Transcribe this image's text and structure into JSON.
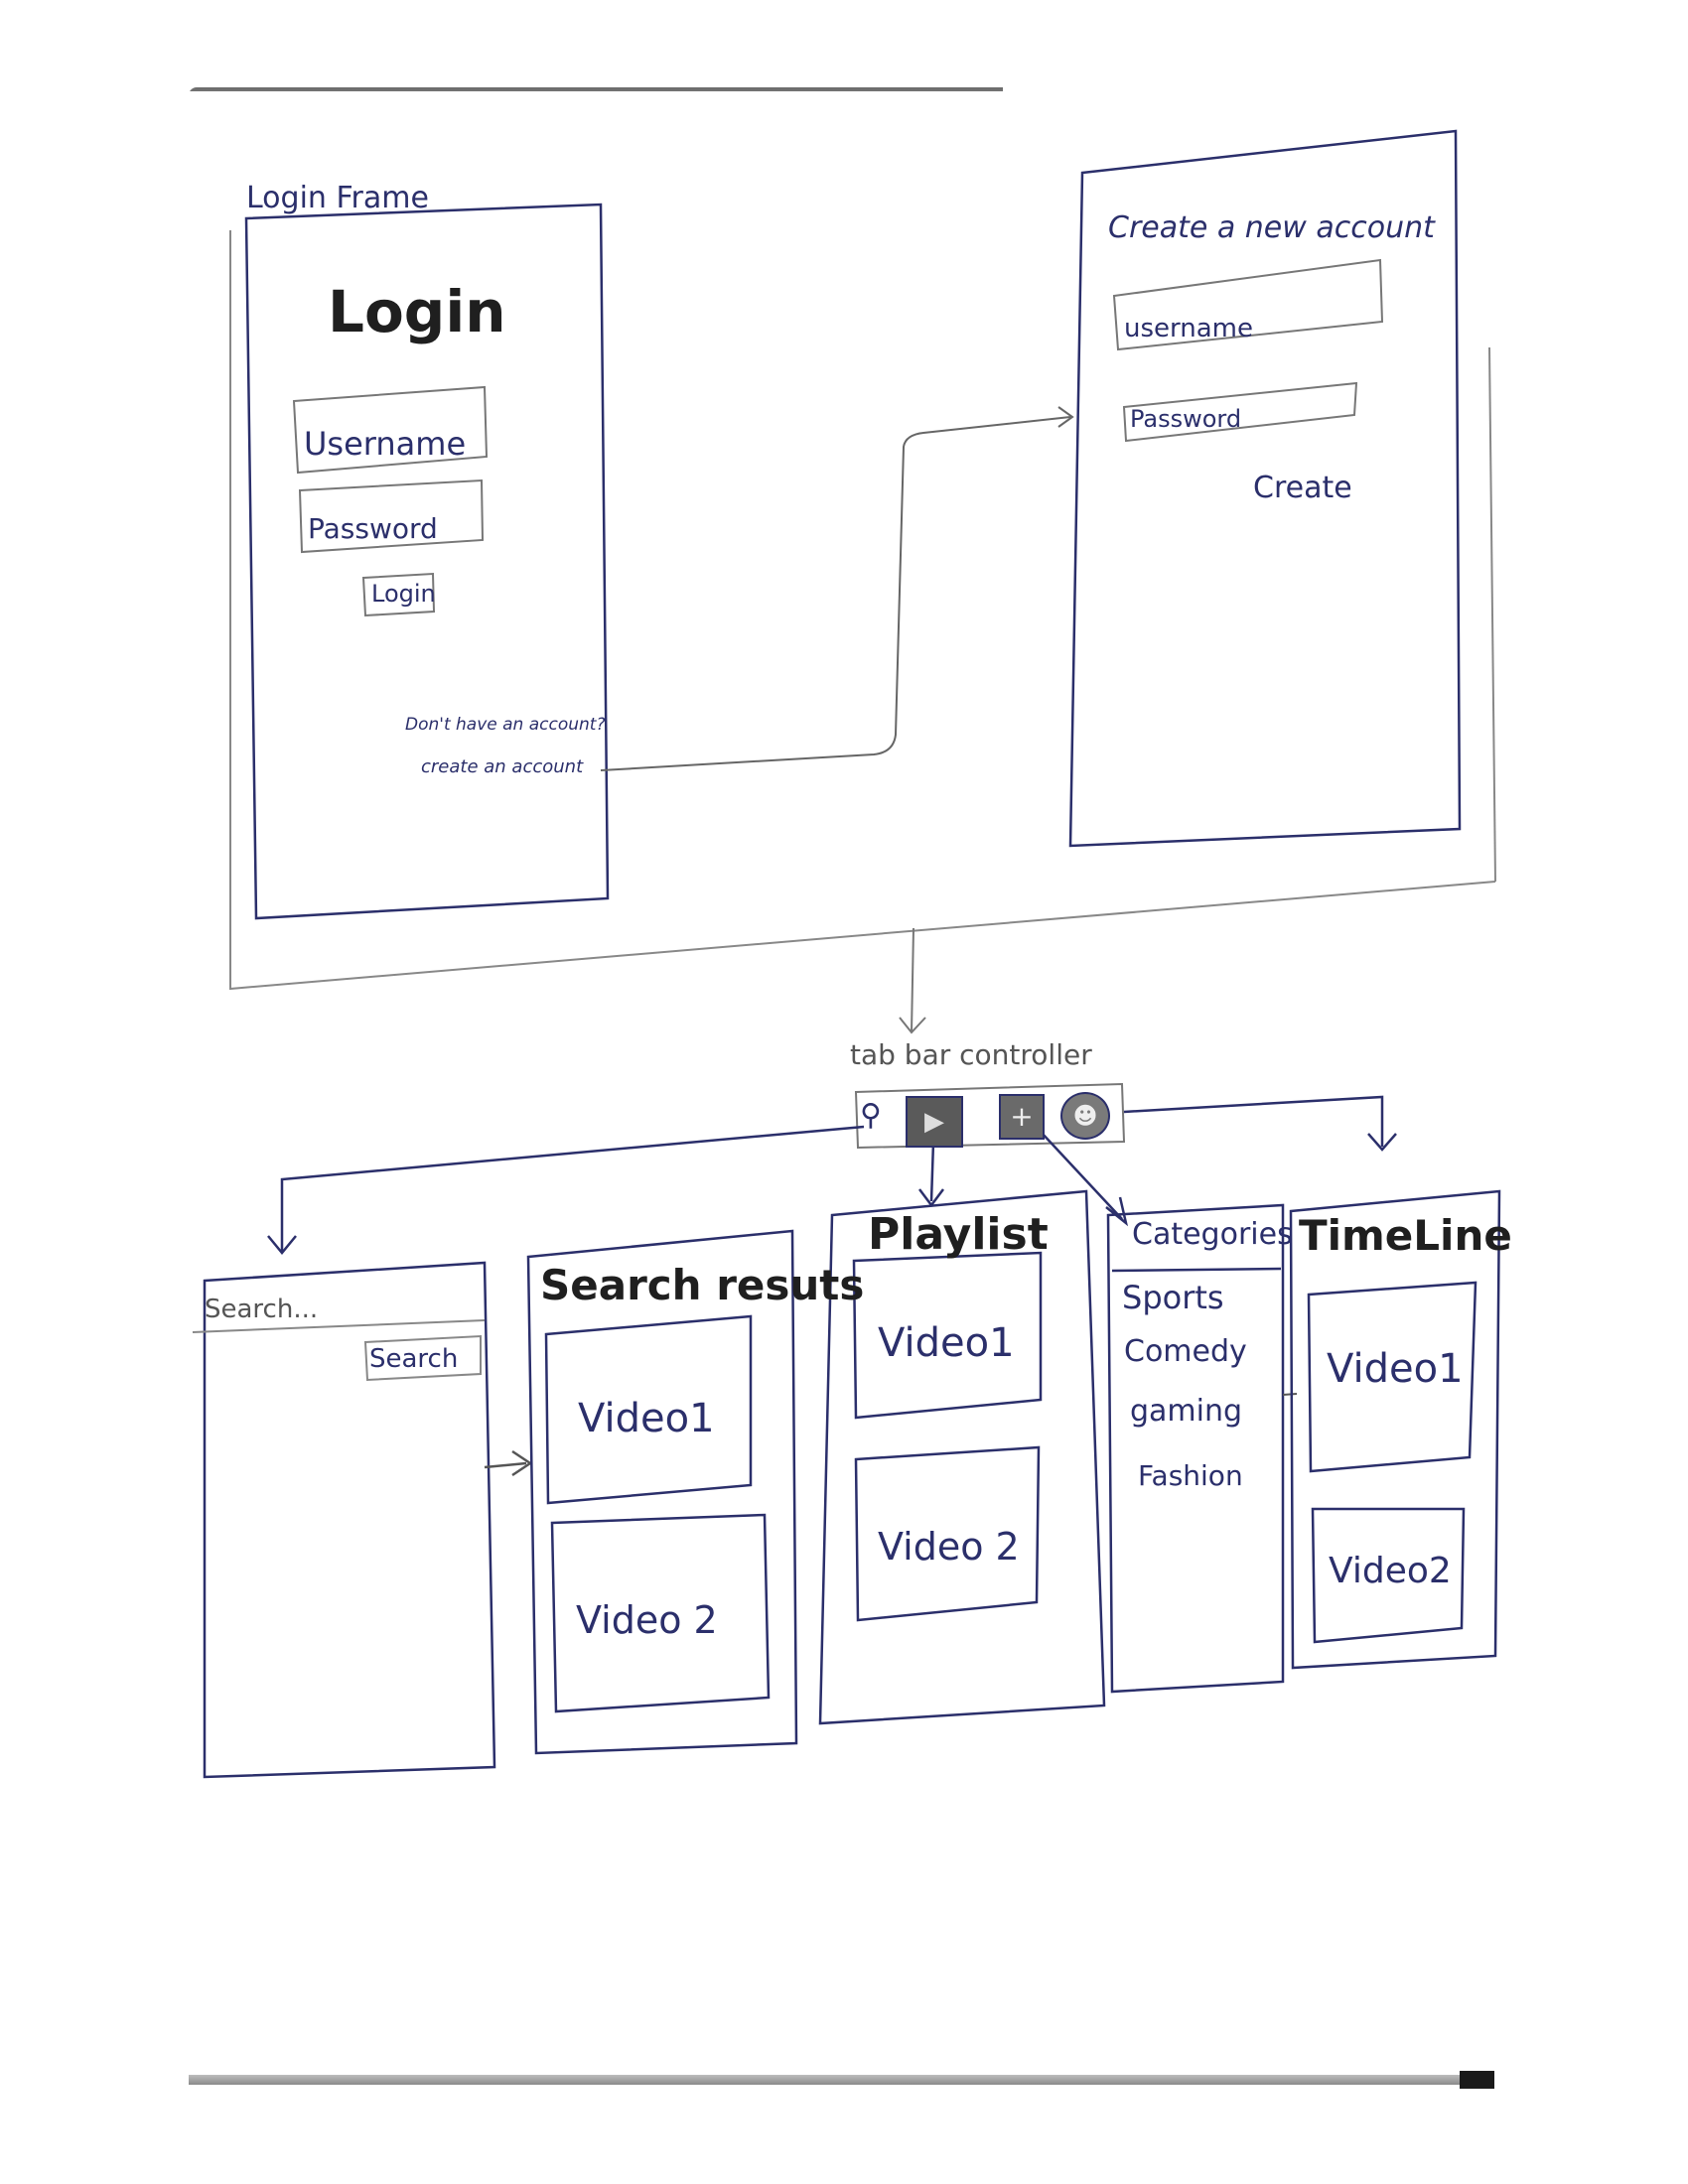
{
  "login_frame": {
    "caption": "Login Frame",
    "title": "Login",
    "username_placeholder": "Username",
    "password_placeholder": "Password",
    "login_button": "Login",
    "no_account_text": "Don't have an account?",
    "create_account_link": "create an account"
  },
  "create_account_frame": {
    "title": "Create a new account",
    "username_placeholder": "username",
    "password_placeholder": "Password",
    "create_button": "Create"
  },
  "tab_bar": {
    "label": "tab bar controller",
    "icons": [
      "search-icon",
      "play-icon",
      "add-icon",
      "profile-icon"
    ]
  },
  "search_screen": {
    "search_placeholder": "Search...",
    "search_button": "Search"
  },
  "search_results_screen": {
    "title": "Search resuts",
    "videos": [
      "Video1",
      "Video 2"
    ]
  },
  "playlist_screen": {
    "title": "Playlist",
    "videos": [
      "Video1",
      "Video 2"
    ]
  },
  "categories_screen": {
    "title": "Categories",
    "items": [
      "Sports",
      "Comedy",
      "gaming",
      "Fashion"
    ]
  },
  "timeline_screen": {
    "title": "TimeLine",
    "videos": [
      "Video1",
      "Video2"
    ]
  },
  "colors": {
    "ink": "#2b2f6b",
    "pencil": "#6a6a6a",
    "tab_fill": "#5a5a5a"
  }
}
